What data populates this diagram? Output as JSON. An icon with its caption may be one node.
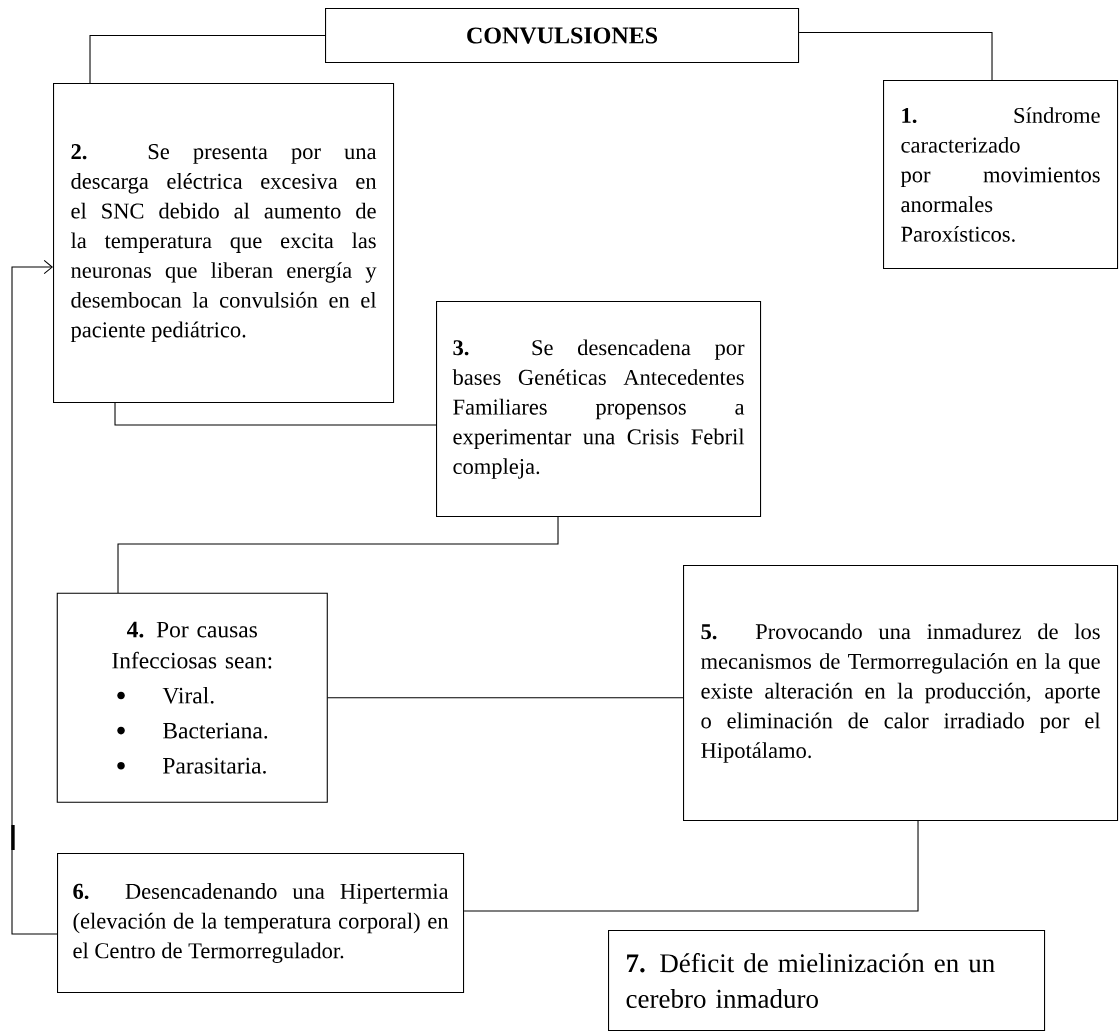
{
  "diagram": {
    "nodes": [
      {
        "text": [
          "CONVULSIONES"
        ]
      },
      {
        "text": [
          "**1.** Síndrome caracterizado por movimientos anormales Paroxísticos."
        ]
      },
      {
        "text": [
          "**2.** Se presenta por una descarga eléctrica excesiva en el SNC debido al aumento de la temperatura que excita las neuronas que liberan energía y desembocan la convulsión en el paciente pediátrico."
        ]
      },
      {
        "text": [
          "**3.** Se desencadena por bases Genéticas Antecedentes Familiares propensos a experimentar una Crisis Febril compleja."
        ]
      },
      {
        "text": [
          "**4.** Por causas Infecciosas sean:",
          "Viral.",
          "Bacteriana.",
          "Parasitaria."
        ]
      },
      {
        "text": [
          "**5.** Provocando una inmadurez de los mecanismos de Termorregulación en la que existe alteración en la producción, aporte o eliminación de calor irradiado por el Hipotálamo."
        ]
      },
      {
        "text": [
          "**6.** Desencadenando una Hipertermia (elevación de la temperatura corporal) en el Centro de Termorregulador."
        ]
      },
      {
        "text": [
          "**7.** Déficit de mielinización en un cerebro inmaduro"
        ]
      }
    ],
    "edges": [
      {
        "from": 0,
        "to": 2,
        "arrow": "none"
      },
      {
        "from": 0,
        "to": 1,
        "arrow": "none"
      },
      {
        "from": 2,
        "to": 3,
        "arrow": "none"
      },
      {
        "from": 3,
        "to": 4,
        "arrow": "none"
      },
      {
        "from": 4,
        "to": 5,
        "arrow": "none"
      },
      {
        "from": 5,
        "to": 6,
        "arrow": "none"
      },
      {
        "from": 6,
        "to": 2,
        "arrow": "to"
      }
    ]
  }
}
